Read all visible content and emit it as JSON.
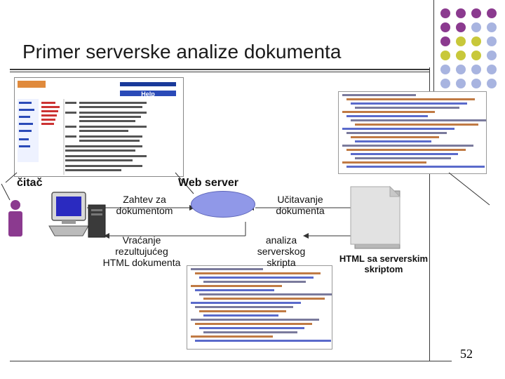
{
  "title": "Primer serverske analize dokumenta",
  "labels": {
    "client": "čitač",
    "server": "Web server",
    "request": "Zahtev za\ndokumentom",
    "response": "Vraćanje\nrezultujućeg\nHTML dokumenta",
    "load": "Učitavanje\ndokumenta",
    "parse": "analiza\nserverskog\nskripta",
    "html_script": "HTML sa serverskim\nskriptom"
  },
  "page_number": "52",
  "colors": {
    "purple": "#8b3a8f",
    "lime": "#c8c83a",
    "blue": "#a8b4e0",
    "server": "#9098e8",
    "person": "#8b3a8f"
  },
  "icons": {
    "dots": "decorative-dot-grid",
    "person": "person-icon",
    "computer": "computer-icon",
    "server": "server-ellipse",
    "document": "document-icon"
  }
}
